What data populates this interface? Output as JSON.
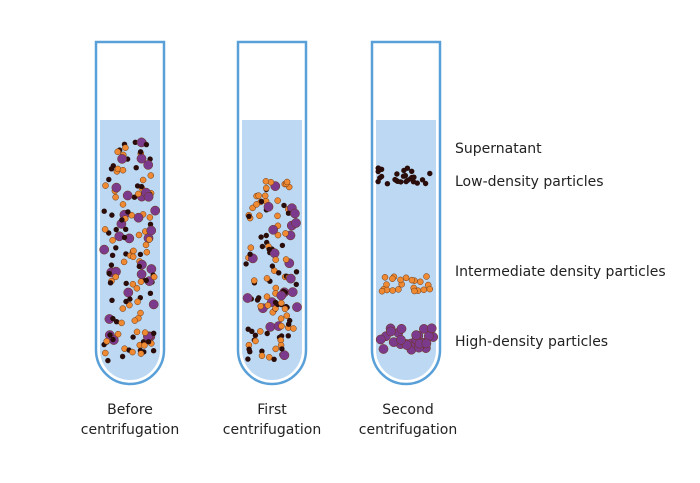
{
  "colors": {
    "tube_outline": "#5aa0d8",
    "liquid": "#bcd8f2",
    "particle_low": "#2a0d0a",
    "particle_intermediate": "#ef8a32",
    "particle_high": "#7c3a8c",
    "particle_outline": "#6a3412",
    "text": "#222222"
  },
  "tubes": [
    {
      "label_line1": "Before",
      "label_line2": "centrifugation"
    },
    {
      "label_line1": "First",
      "label_line2": "centrifugation"
    },
    {
      "label_line1": "Second",
      "label_line2": "centrifugation"
    }
  ],
  "layers": [
    {
      "label": "Supernatant"
    },
    {
      "label": "Low-density particles"
    },
    {
      "label": "Intermediate density particles"
    },
    {
      "label": "High-density particles"
    }
  ]
}
